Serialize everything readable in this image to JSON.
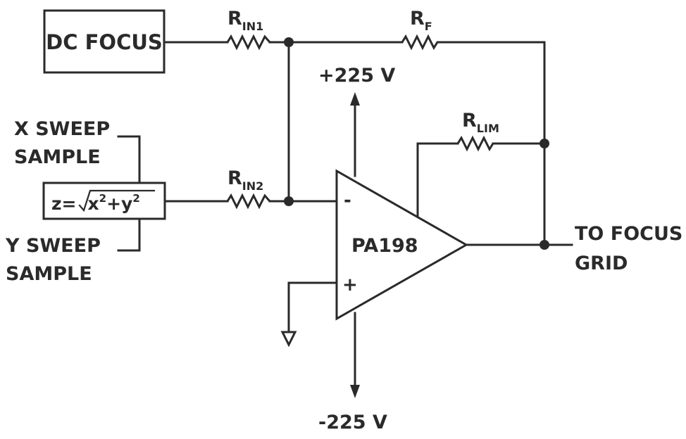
{
  "blocks": {
    "dc_focus": "DC FOCUS",
    "formula": {
      "lhs": "z=",
      "x": "x",
      "exp": "2",
      "plus": "+y"
    }
  },
  "resistors": {
    "rin1": {
      "letter": "R",
      "sub": "IN1"
    },
    "rin2": {
      "letter": "R",
      "sub": "IN2"
    },
    "rf": {
      "letter": "R",
      "sub": "F"
    },
    "rlim": {
      "letter": "R",
      "sub": "LIM"
    }
  },
  "inputs": {
    "x_sweep": [
      "X SWEEP",
      "SAMPLE"
    ],
    "y_sweep": [
      "Y SWEEP",
      "SAMPLE"
    ]
  },
  "opamp": {
    "name": "PA198",
    "minus": "-",
    "plus": "+"
  },
  "supply": {
    "positive": "+225 V",
    "negative": "-225 V"
  },
  "output": [
    "TO FOCUS",
    "GRID"
  ]
}
